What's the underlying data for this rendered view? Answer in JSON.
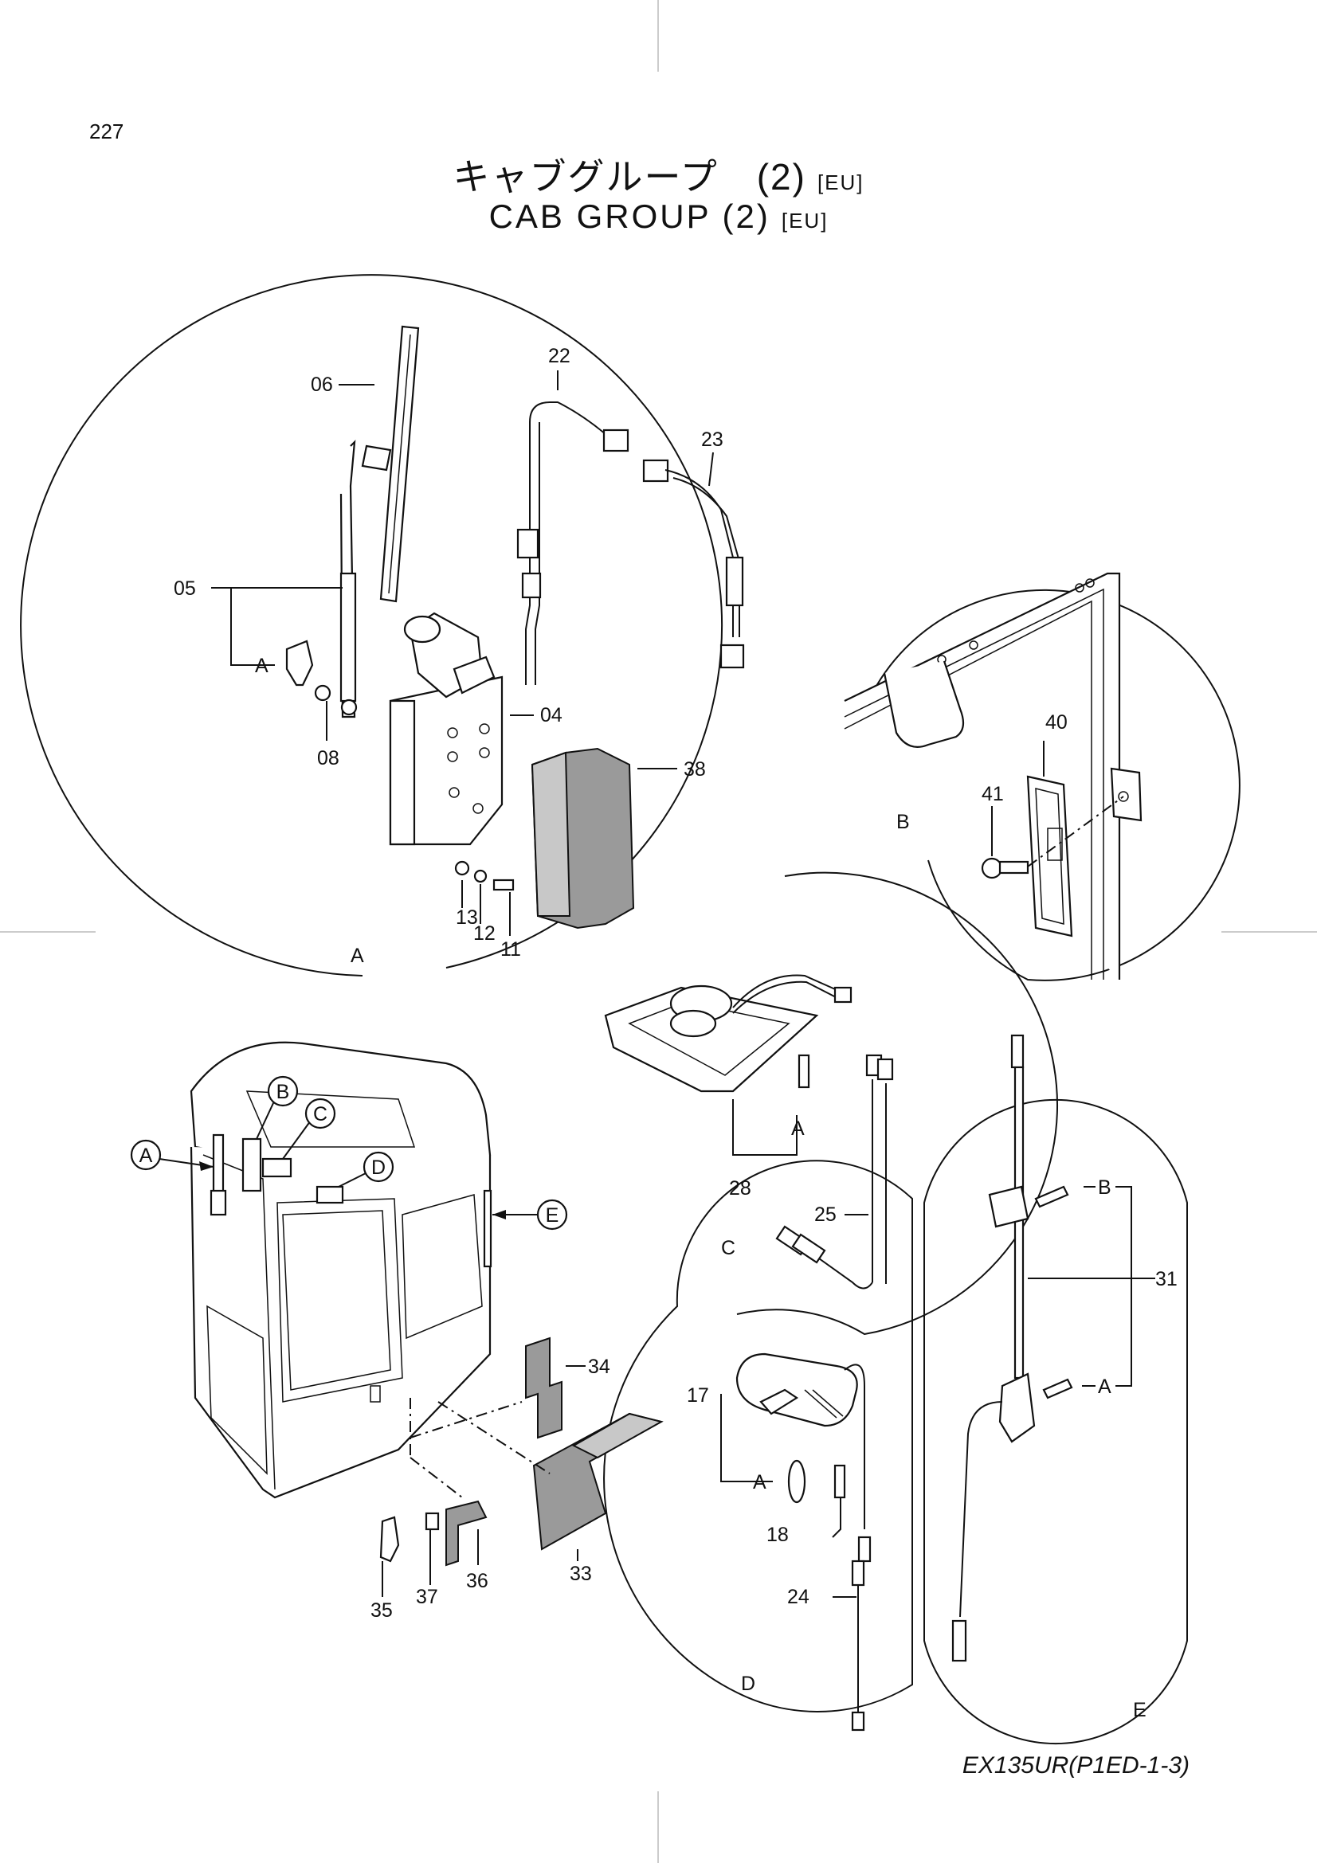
{
  "page_number": "227",
  "title_jp": "キャブグループ　(2)",
  "title_en": "CAB  GROUP  (2)",
  "region_tag": "[EU]",
  "doc_ref": "EX135UR(P1ED-1-3)",
  "detail_labels": {
    "A": "A",
    "B": "B",
    "C": "C",
    "D": "D",
    "E": "E"
  },
  "parts": {
    "p04": "04",
    "p05": "05",
    "p06": "06",
    "p08": "08",
    "p11": "11",
    "p12": "12",
    "p13": "13",
    "p17": "17",
    "p18": "18",
    "p22": "22",
    "p23": "23",
    "p24": "24",
    "p25": "25",
    "p28": "28",
    "p31": "31",
    "p33": "33",
    "p34": "34",
    "p35": "35",
    "p36": "36",
    "p37": "37",
    "p38": "38",
    "p40": "40",
    "p41": "41"
  }
}
